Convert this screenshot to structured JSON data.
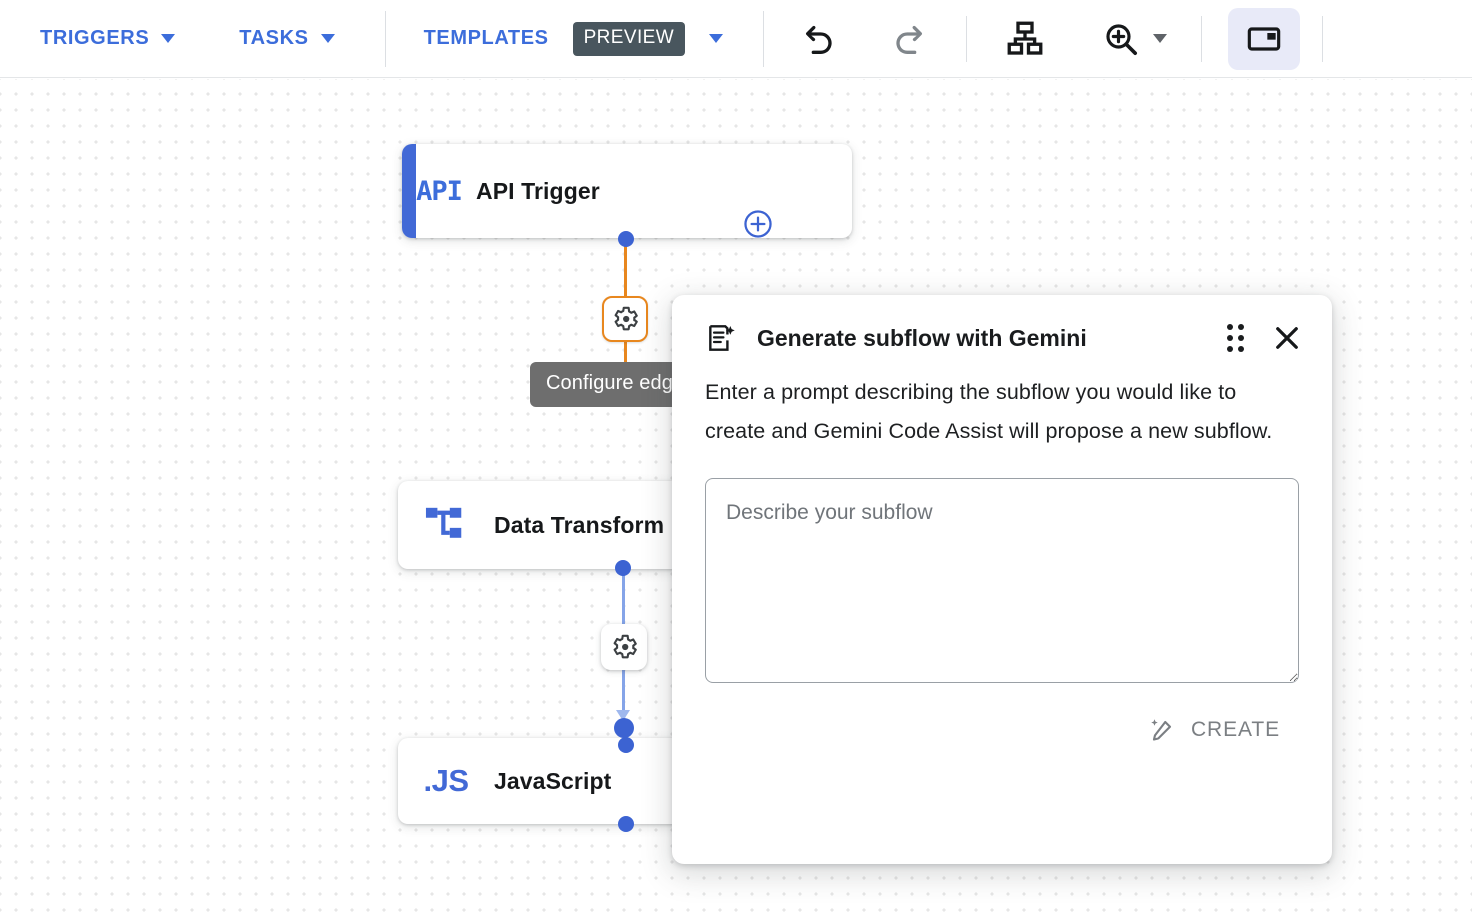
{
  "toolbar": {
    "menus": [
      {
        "label": "TRIGGERS",
        "icon": "chevron-down-icon"
      },
      {
        "label": "TASKS",
        "icon": "chevron-down-icon"
      }
    ],
    "templates": {
      "label": "TEMPLATES",
      "badge": "PREVIEW",
      "icon": "chevron-down-icon"
    },
    "actions": [
      {
        "name": "undo-button",
        "icon": "undo-icon",
        "state": "enabled"
      },
      {
        "name": "redo-button",
        "icon": "redo-icon",
        "state": "disabled"
      },
      {
        "name": "auto-layout-button",
        "icon": "hierarchy-icon",
        "state": "enabled"
      },
      {
        "name": "zoom-button",
        "icon": "zoom-in-icon",
        "state": "enabled"
      },
      {
        "name": "toggle-panel-button",
        "icon": "side-panel-icon",
        "state": "active"
      }
    ]
  },
  "canvas": {
    "add_button_icon": "plus-circle-icon",
    "nodes": [
      {
        "id": "api-trigger",
        "title": "API Trigger",
        "logo_text": "API",
        "icon": "api-logo",
        "accent_color": "#4269d6"
      },
      {
        "id": "data-transform",
        "title": "Data Transform",
        "logo_text": "",
        "icon": "data-transform-icon",
        "accent_color": ""
      },
      {
        "id": "javascript",
        "title": "JavaScript",
        "logo_text": ".JS",
        "icon": "js-logo",
        "accent_color": ""
      }
    ],
    "edges": [
      {
        "id": "edge-api-to-transform",
        "color": "#e8871e",
        "gear_icon": "gear-icon",
        "selected": true
      },
      {
        "id": "edge-transform-to-js",
        "color": "#85a4e8",
        "gear_icon": "gear-icon",
        "selected": false
      }
    ],
    "tooltip": "Configure edge"
  },
  "dialog": {
    "title": "Generate subflow with Gemini",
    "title_icon": "document-sparkle-icon",
    "drag_handle_icon": "drag-handle-icon",
    "close_icon": "close-icon",
    "description": "Enter a prompt describing the subflow you would like to create and Gemini Code Assist will propose a new subflow.",
    "textarea": {
      "value": "",
      "placeholder": "Describe your subflow"
    },
    "create": {
      "label": "CREATE",
      "icon": "magic-wand-icon",
      "state": "disabled"
    }
  },
  "colors": {
    "accent_blue": "#3c6ddb",
    "node_blue": "#4269d6",
    "edge_orange": "#e8871e",
    "edge_blue": "#85a4e8",
    "badge_bg": "#49565e",
    "tooltip_bg": "#6e6e6e",
    "panel_active_bg": "#e8eaf8"
  }
}
